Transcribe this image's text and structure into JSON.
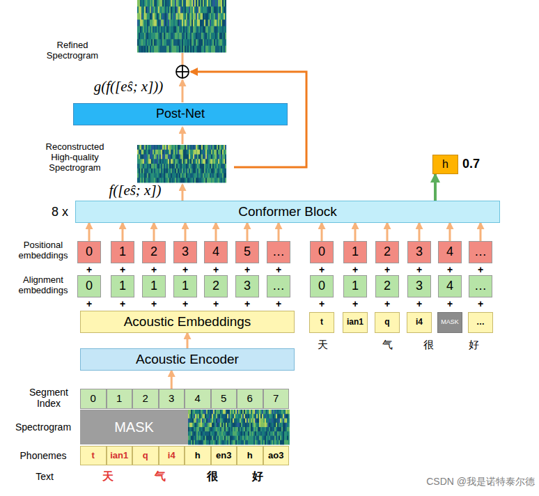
{
  "diagram": {
    "nodes": [
      {
        "text": [
          "Post-Net"
        ]
      },
      {
        "text": [
          "h"
        ]
      },
      {
        "text": [
          "Conformer Block"
        ]
      },
      {
        "text": [
          "0"
        ]
      },
      {
        "text": [
          "1"
        ]
      },
      {
        "text": [
          "2"
        ]
      },
      {
        "text": [
          "3"
        ]
      },
      {
        "text": [
          "4"
        ]
      },
      {
        "text": [
          "5"
        ]
      },
      {
        "text": [
          "…"
        ]
      },
      {
        "text": [
          "0"
        ]
      },
      {
        "text": [
          "1"
        ]
      },
      {
        "text": [
          "2"
        ]
      },
      {
        "text": [
          "3"
        ]
      },
      {
        "text": [
          "4"
        ]
      },
      {
        "text": [
          "…"
        ]
      },
      {
        "text": [
          "0"
        ]
      },
      {
        "text": [
          "1"
        ]
      },
      {
        "text": [
          "1"
        ]
      },
      {
        "text": [
          "1"
        ]
      },
      {
        "text": [
          "2"
        ]
      },
      {
        "text": [
          "3"
        ]
      },
      {
        "text": [
          "…"
        ]
      },
      {
        "text": [
          "0"
        ]
      },
      {
        "text": [
          "1"
        ]
      },
      {
        "text": [
          "2"
        ]
      },
      {
        "text": [
          "3"
        ]
      },
      {
        "text": [
          "4"
        ]
      },
      {
        "text": [
          "…"
        ]
      },
      {
        "text": [
          "Acoustic Embeddings"
        ]
      },
      {
        "text": [
          "t"
        ]
      },
      {
        "text": [
          "ian1"
        ]
      },
      {
        "text": [
          "q"
        ]
      },
      {
        "text": [
          "i4"
        ]
      },
      {
        "text": [
          "MASK"
        ]
      },
      {
        "text": [
          "…"
        ]
      },
      {
        "text": [
          "Acoustic Encoder"
        ]
      },
      {
        "text": [
          "0"
        ]
      },
      {
        "text": [
          "1"
        ]
      },
      {
        "text": [
          "2"
        ]
      },
      {
        "text": [
          "3"
        ]
      },
      {
        "text": [
          "4"
        ]
      },
      {
        "text": [
          "5"
        ]
      },
      {
        "text": [
          "6"
        ]
      },
      {
        "text": [
          "7"
        ]
      },
      {
        "text": [
          "MASK"
        ]
      },
      {
        "text": [
          "t"
        ]
      },
      {
        "text": [
          "ian1"
        ]
      },
      {
        "text": [
          "q"
        ]
      },
      {
        "text": [
          "i4"
        ]
      },
      {
        "text": [
          "h"
        ]
      },
      {
        "text": [
          "en3"
        ]
      },
      {
        "text": [
          "h"
        ]
      },
      {
        "text": [
          "ao3"
        ]
      }
    ],
    "edges": [
      {
        "from": 36,
        "to": 29,
        "arrow": "to"
      },
      {
        "from": 40,
        "to": 36,
        "arrow": "to"
      },
      {
        "from": 3,
        "to": 2,
        "arrow": "to"
      },
      {
        "from": 4,
        "to": 2,
        "arrow": "to"
      },
      {
        "from": 5,
        "to": 2,
        "arrow": "to"
      },
      {
        "from": 6,
        "to": 2,
        "arrow": "to"
      },
      {
        "from": 7,
        "to": 2,
        "arrow": "to"
      },
      {
        "from": 8,
        "to": 2,
        "arrow": "to"
      },
      {
        "from": 9,
        "to": 2,
        "arrow": "to"
      },
      {
        "from": 10,
        "to": 2,
        "arrow": "to"
      },
      {
        "from": 11,
        "to": 2,
        "arrow": "to"
      },
      {
        "from": 12,
        "to": 2,
        "arrow": "to"
      },
      {
        "from": 13,
        "to": 2,
        "arrow": "to"
      },
      {
        "from": 14,
        "to": 2,
        "arrow": "to"
      },
      {
        "from": 15,
        "to": 2,
        "arrow": "to"
      },
      {
        "from": 2,
        "to": 1,
        "arrow": "to"
      }
    ],
    "labels": [
      "Refined Spectrogram",
      "g(f([eŝ; x]))",
      "Reconstructed High-quality Spectrogram",
      "f([eŝ; x])",
      "8 x",
      "0.7",
      "Positional embeddings",
      "Alignment embeddings",
      "+",
      "+",
      "+",
      "+",
      "+",
      "+",
      "+",
      "+",
      "+",
      "+",
      "+",
      "+",
      "+",
      "+",
      "+",
      "+",
      "+",
      "+",
      "+",
      "+",
      "+",
      "+",
      "+",
      "+",
      "+",
      "+",
      "天",
      "气",
      "很",
      "好",
      "Segment Index",
      "Spectrogram",
      "Phonemes",
      "Text",
      "天",
      "气",
      "很",
      "好",
      "CSDN @我是诺特泰尔德"
    ]
  }
}
